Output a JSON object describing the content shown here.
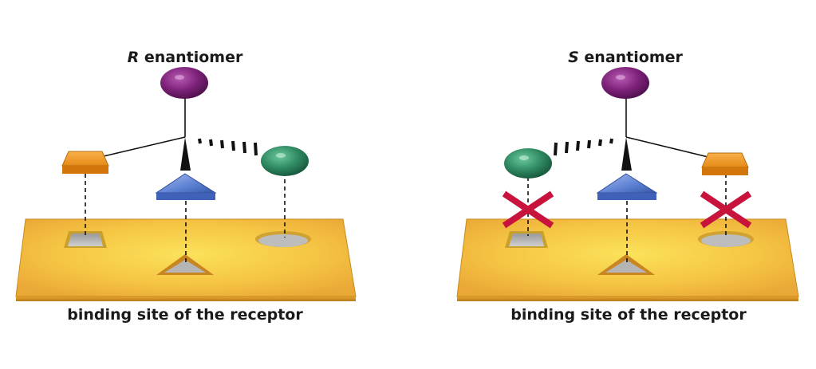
{
  "left_panel": {
    "title_letter": "R",
    "title_rest": " enantiomer",
    "caption": "binding site of the receptor"
  },
  "right_panel": {
    "title_letter": "S",
    "title_rest": " enantiomer",
    "caption": "binding site of the receptor"
  },
  "colors": {
    "plate": "#f2b43a",
    "plate_edge": "#c98a1c",
    "purple": "#7b1f7a",
    "green": "#2f8a62",
    "orange": "#e8901c",
    "blue": "#4a6fc4",
    "mismatch_x": "#c8143c"
  },
  "icons": [
    "purple-sphere",
    "green-sphere",
    "orange-square-block",
    "blue-triangle-block",
    "mismatch-x-icon"
  ]
}
